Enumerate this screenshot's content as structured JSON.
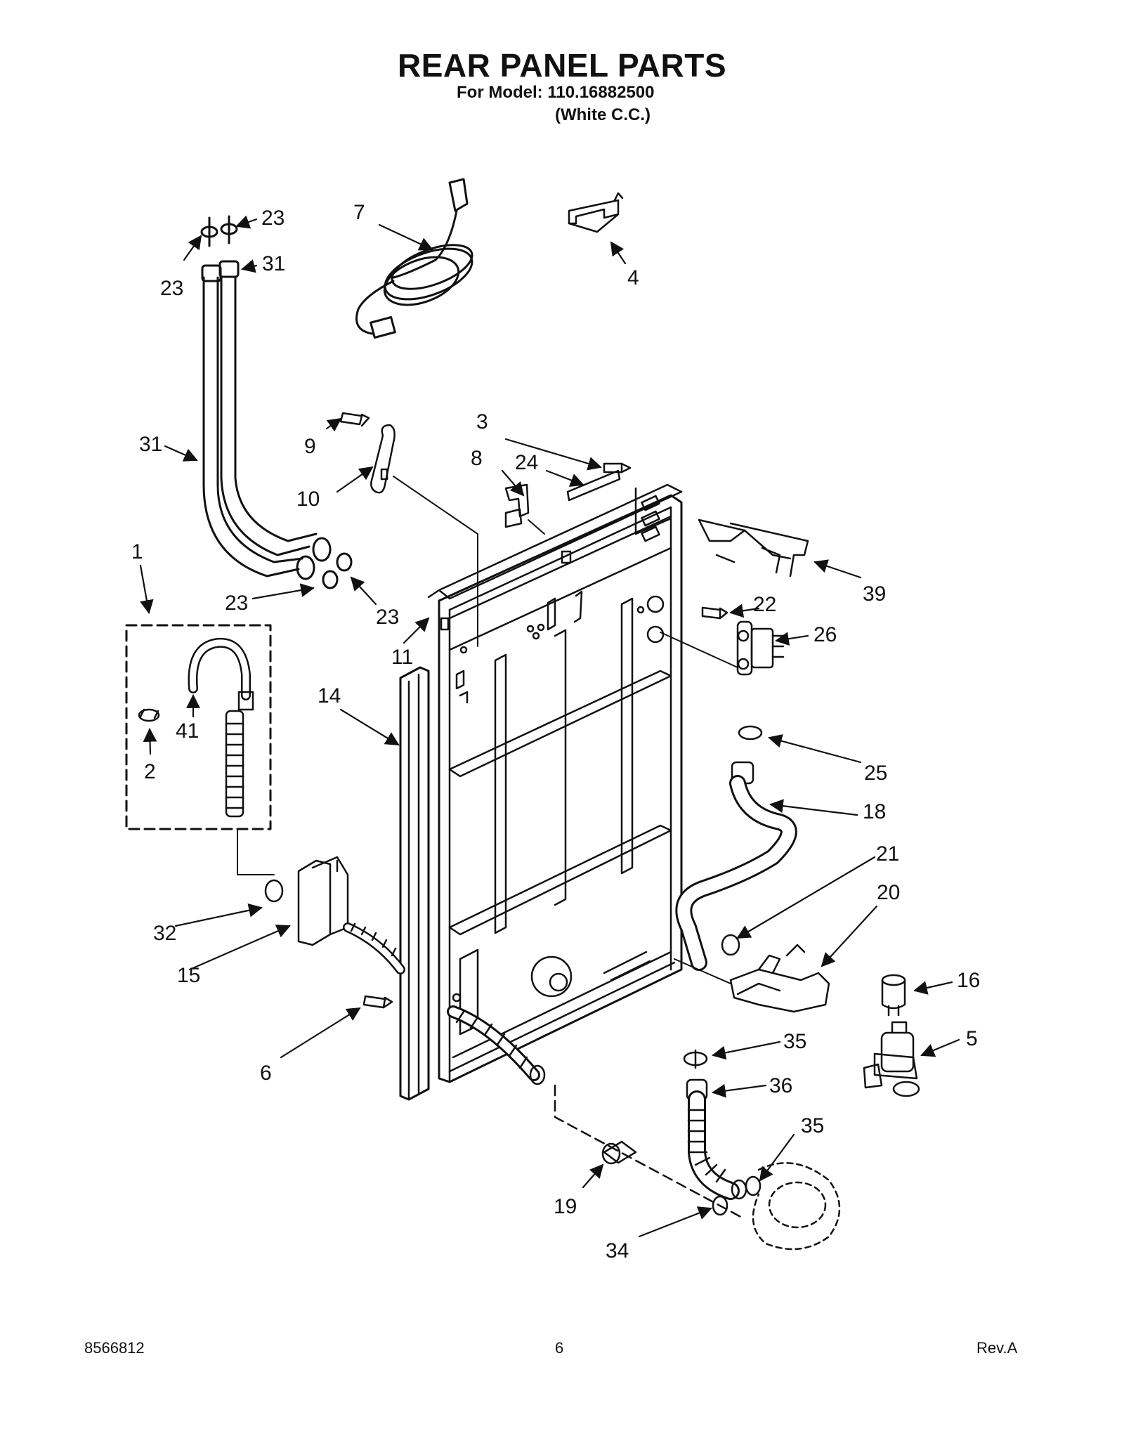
{
  "header": {
    "title": "REAR PANEL PARTS",
    "model_line": "For Model: 110.16882500",
    "variant_line": "(White C.C.)"
  },
  "footer": {
    "doc_number": "8566812",
    "page_number": "6",
    "revision": "Rev.A"
  },
  "callouts": [
    {
      "id": "c-23a",
      "label": "23"
    },
    {
      "id": "c-23b",
      "label": "23"
    },
    {
      "id": "c-31a",
      "label": "31"
    },
    {
      "id": "c-31b",
      "label": "31"
    },
    {
      "id": "c-7",
      "label": "7"
    },
    {
      "id": "c-4",
      "label": "4"
    },
    {
      "id": "c-3",
      "label": "3"
    },
    {
      "id": "c-9",
      "label": "9"
    },
    {
      "id": "c-8",
      "label": "8"
    },
    {
      "id": "c-24",
      "label": "24"
    },
    {
      "id": "c-10",
      "label": "10"
    },
    {
      "id": "c-1",
      "label": "1"
    },
    {
      "id": "c-23c",
      "label": "23"
    },
    {
      "id": "c-23d",
      "label": "23"
    },
    {
      "id": "c-11",
      "label": "11"
    },
    {
      "id": "c-39",
      "label": "39"
    },
    {
      "id": "c-22",
      "label": "22"
    },
    {
      "id": "c-26",
      "label": "26"
    },
    {
      "id": "c-14",
      "label": "14"
    },
    {
      "id": "c-41",
      "label": "41"
    },
    {
      "id": "c-2",
      "label": "2"
    },
    {
      "id": "c-25",
      "label": "25"
    },
    {
      "id": "c-18",
      "label": "18"
    },
    {
      "id": "c-21",
      "label": "21"
    },
    {
      "id": "c-20",
      "label": "20"
    },
    {
      "id": "c-32",
      "label": "32"
    },
    {
      "id": "c-15",
      "label": "15"
    },
    {
      "id": "c-16",
      "label": "16"
    },
    {
      "id": "c-5",
      "label": "5"
    },
    {
      "id": "c-6",
      "label": "6"
    },
    {
      "id": "c-35a",
      "label": "35"
    },
    {
      "id": "c-36",
      "label": "36"
    },
    {
      "id": "c-35b",
      "label": "35"
    },
    {
      "id": "c-19",
      "label": "19"
    },
    {
      "id": "c-34",
      "label": "34"
    }
  ]
}
